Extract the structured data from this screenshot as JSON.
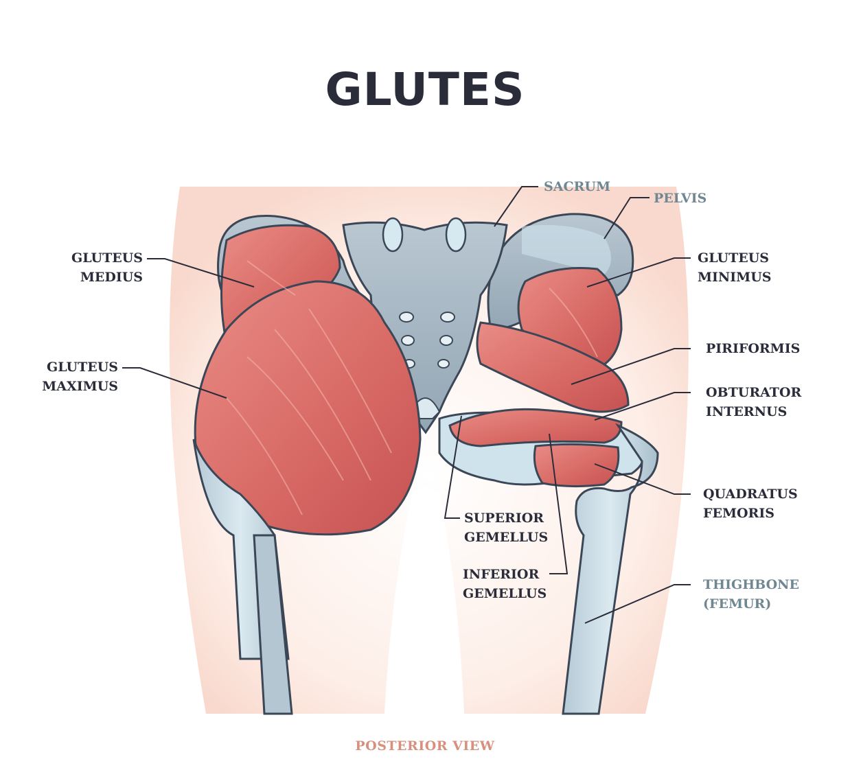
{
  "title": "GLUTES",
  "caption": "POSTERIOR VIEW",
  "colors": {
    "muscle": "#d86a66",
    "muscle_dark": "#b94a4a",
    "bone": "#a8b8c4",
    "bone_dark": "#8296a4",
    "cartilage": "#cfe3ec",
    "skin": "#fbe6dd",
    "outline": "#3b4656",
    "label_muscle": "#2a2c3a",
    "label_bone": "#6f8793",
    "caption": "#d8907e"
  },
  "labels": {
    "gluteus_medius": [
      "GLUTEUS",
      "MEDIUS"
    ],
    "gluteus_maximus": [
      "GLUTEUS",
      "MAXIMUS"
    ],
    "sacrum": [
      "SACRUM"
    ],
    "pelvis": [
      "PELVIS"
    ],
    "gluteus_minimus": [
      "GLUTEUS",
      "MINIMUS"
    ],
    "piriformis": [
      "PIRIFORMIS"
    ],
    "obturator_internus": [
      "OBTURATOR",
      "INTERNUS"
    ],
    "quadratus_femoris": [
      "QUADRATUS",
      "FEMORIS"
    ],
    "superior_gemellus": [
      "SUPERIOR",
      "GEMELLUS"
    ],
    "inferior_gemellus": [
      "INFERIOR",
      "GEMELLUS"
    ],
    "thighbone": [
      "THIGHBONE",
      "(FEMUR)"
    ]
  }
}
